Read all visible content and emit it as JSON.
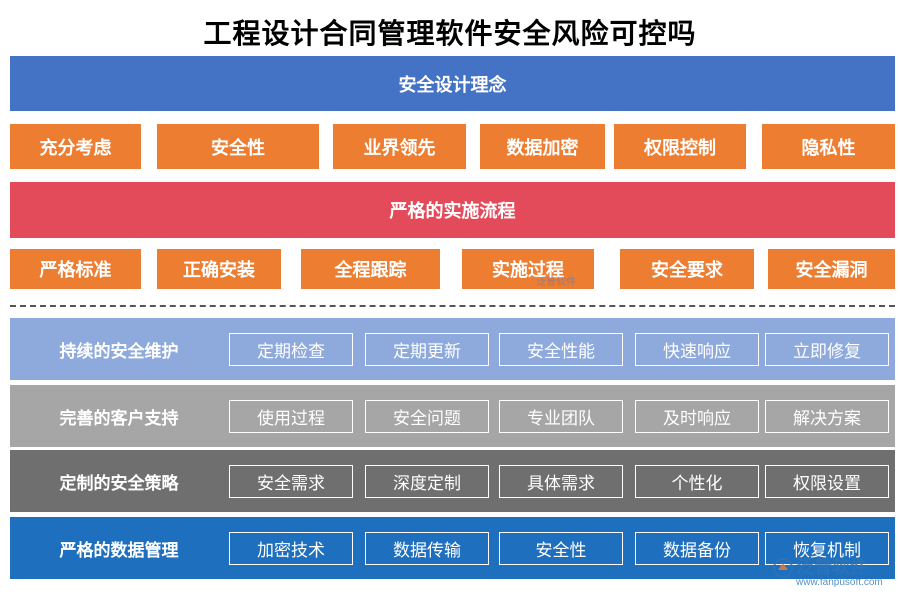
{
  "title": "工程设计合同管理软件安全风险可控吗",
  "design": {
    "header": "安全设计理念",
    "items": [
      "充分考虑",
      "安全性",
      "业界领先",
      "数据加密",
      "权限控制",
      "隐私性"
    ]
  },
  "process": {
    "header": "严格的实施流程",
    "items": [
      "严格标准",
      "正确安装",
      "全程跟踪",
      "实施过程",
      "安全要求",
      "安全漏洞"
    ]
  },
  "bands": [
    {
      "label": "持续的安全维护",
      "items": [
        "定期检查",
        "定期更新",
        "安全性能",
        "快速响应",
        "立即修复"
      ],
      "color": "#8ea9db"
    },
    {
      "label": "完善的客户支持",
      "items": [
        "使用过程",
        "安全问题",
        "专业团队",
        "及时响应",
        "解决方案"
      ],
      "color": "#a6a6a6"
    },
    {
      "label": "定制的安全策略",
      "items": [
        "安全需求",
        "深度定制",
        "具体需求",
        "个性化",
        "权限设置"
      ],
      "color": "#6f6f6f"
    },
    {
      "label": "严格的数据管理",
      "items": [
        "加密技术",
        "数据传输",
        "安全性",
        "数据备份",
        "恢复机制"
      ],
      "color": "#1f6fbf"
    }
  ],
  "watermark": {
    "name": "泛普软件",
    "url": "www.fanpusoft.com",
    "mid": "泛普软件"
  },
  "colors": {
    "blue": "#4472c4",
    "orange": "#ed7d31",
    "red": "#e34b5b"
  }
}
